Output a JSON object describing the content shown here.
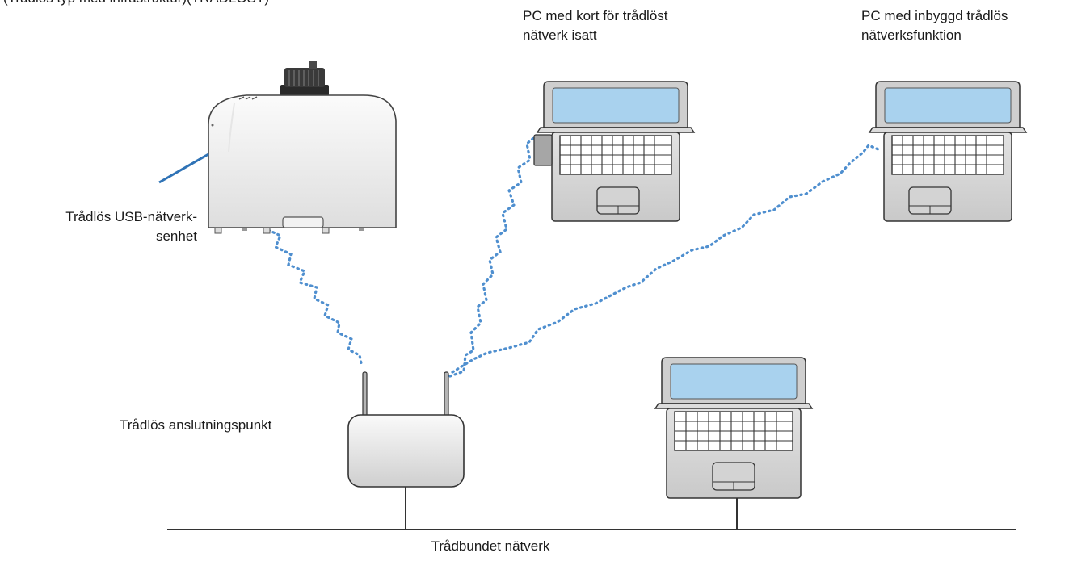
{
  "labels": {
    "top_cut": "(Trådlös typ med infrastruktur)(TRÅDLÖST)",
    "pc_card": [
      "PC med kort för trådlöst",
      "nätverk isatt"
    ],
    "pc_builtin": [
      "PC med inbyggd trådlös",
      "nätverksfunktion"
    ],
    "usb_unit": [
      "Trådlös USB-nätverk-",
      "senhet"
    ],
    "access_point": "Trådlös anslutningspunkt",
    "wired_network": "Trådbundet nätverk"
  },
  "colors": {
    "signal": "#4f8fcf",
    "screen": "#a9d2ee",
    "device_fill": "#f1f1f1",
    "device_shadow": "#cfcfcf",
    "outline": "#333333",
    "usb_leader": "#2f73b6"
  }
}
